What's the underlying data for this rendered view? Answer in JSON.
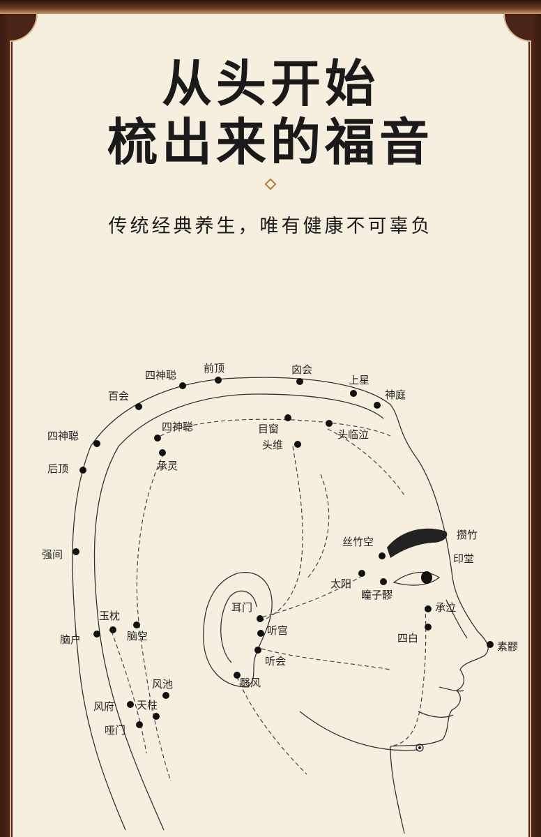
{
  "header": {
    "title_line1": "从头开始",
    "title_line2": "梳出来的福音",
    "subtitle": "传统经典养生，唯有健康不可辜负"
  },
  "colors": {
    "frame": "#4a2418",
    "panel": "#f6eedf",
    "accent": "#b07a3a",
    "ink": "#1a1a1a"
  },
  "acupoints": [
    {
      "id": "sishencong_top",
      "label": "四神聪"
    },
    {
      "id": "qianding",
      "label": "前顶"
    },
    {
      "id": "xinhui",
      "label": "囟会"
    },
    {
      "id": "shangxing",
      "label": "上星"
    },
    {
      "id": "shenting",
      "label": "神庭"
    },
    {
      "id": "baihui",
      "label": "百会"
    },
    {
      "id": "sishencong_back",
      "label": "四神聪"
    },
    {
      "id": "sishencong_mid",
      "label": "四神聪"
    },
    {
      "id": "muchuang",
      "label": "目窗"
    },
    {
      "id": "toulinqi",
      "label": "头临泣"
    },
    {
      "id": "touwei",
      "label": "头维"
    },
    {
      "id": "houding",
      "label": "后顶"
    },
    {
      "id": "chengling",
      "label": "承灵"
    },
    {
      "id": "qiangjian",
      "label": "强间"
    },
    {
      "id": "sizhukong",
      "label": "丝竹空"
    },
    {
      "id": "zanzhu",
      "label": "攒竹"
    },
    {
      "id": "yintang",
      "label": "印堂"
    },
    {
      "id": "taiyang",
      "label": "太阳"
    },
    {
      "id": "tongziliao",
      "label": "瞳子髎"
    },
    {
      "id": "chengqi",
      "label": "承泣"
    },
    {
      "id": "ermen",
      "label": "耳门"
    },
    {
      "id": "tinggong",
      "label": "听宫"
    },
    {
      "id": "tinghui",
      "label": "听会"
    },
    {
      "id": "sibai",
      "label": "四白"
    },
    {
      "id": "suliao",
      "label": "素髎"
    },
    {
      "id": "yuzhen",
      "label": "玉枕"
    },
    {
      "id": "naohu",
      "label": "脑户"
    },
    {
      "id": "naokong",
      "label": "脑空"
    },
    {
      "id": "yifeng",
      "label": "翳风"
    },
    {
      "id": "fengchi",
      "label": "风池"
    },
    {
      "id": "fengfu",
      "label": "风府"
    },
    {
      "id": "tianzhu",
      "label": "天柱"
    },
    {
      "id": "yamen",
      "label": "哑门"
    }
  ]
}
